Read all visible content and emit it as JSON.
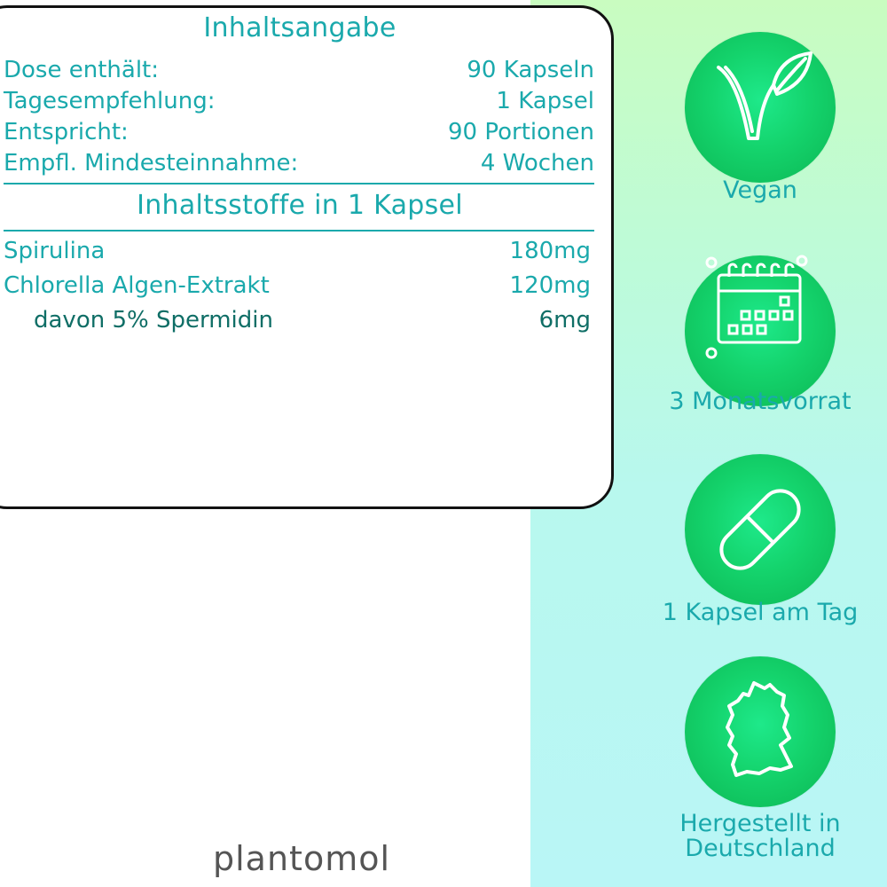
{
  "table": {
    "title": "Inhaltsangabe",
    "info_rows": [
      {
        "label": "Dose enthält:",
        "value": "90 Kapseln"
      },
      {
        "label": "Tagesempfehlung:",
        "value": "1 Kapsel"
      },
      {
        "label": "Entspricht:",
        "value": "90 Portionen"
      },
      {
        "label": "Empfl. Mindesteinnahme:",
        "value": "4 Wochen"
      }
    ],
    "ingredients_title": "Inhaltsstoffe in 1 Kapsel",
    "ingredient_rows": [
      {
        "label": "Spirulina",
        "value": "180mg"
      },
      {
        "label": "Chlorella Algen-Extrakt",
        "value": "120mg"
      },
      {
        "label": "davon 5% Spermidin",
        "value": "6mg"
      }
    ]
  },
  "badges": [
    {
      "icon": "vegan-leaf-icon",
      "label": "Vegan"
    },
    {
      "icon": "calendar-icon",
      "label": "3 Monatsvorrat"
    },
    {
      "icon": "capsule-icon",
      "label": "1 Kapsel am Tag"
    },
    {
      "icon": "germany-map-icon",
      "label_line1": "Hergestellt in",
      "label_line2": "Deutschland"
    }
  ],
  "brand": {
    "logo_text": "plantomol"
  },
  "colors": {
    "teal": "#1aa9ac",
    "green": "#14d36c",
    "dark_teal": "#0f6e66"
  }
}
